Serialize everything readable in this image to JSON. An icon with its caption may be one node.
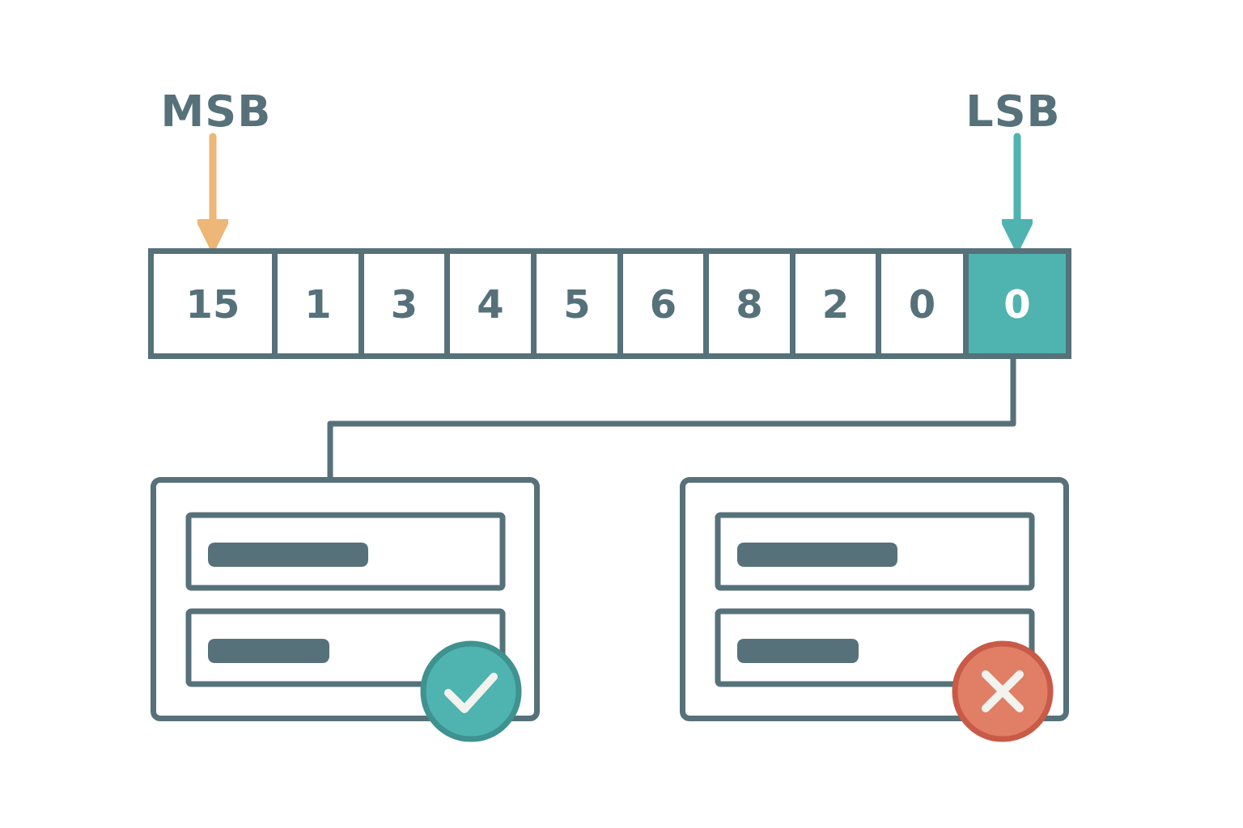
{
  "diagram": {
    "nodes": [
      {
        "text": [
          "MSB"
        ]
      },
      {
        "text": [
          "LSB"
        ]
      },
      {
        "text": [
          "15"
        ]
      },
      {
        "text": [
          "1"
        ]
      },
      {
        "text": [
          "3"
        ]
      },
      {
        "text": [
          "4"
        ]
      },
      {
        "text": [
          "5"
        ]
      },
      {
        "text": [
          "6"
        ]
      },
      {
        "text": [
          "8"
        ]
      },
      {
        "text": [
          "2"
        ]
      },
      {
        "text": [
          "0"
        ]
      },
      {
        "text": [
          "0"
        ]
      },
      {
        "text": [],
        "shape": "box"
      },
      {
        "text": [],
        "shape": "box"
      }
    ],
    "edges": [
      {
        "from": 0,
        "to": 2,
        "arrow": "to",
        "color": "#eeb677"
      },
      {
        "from": 1,
        "to": 11,
        "arrow": "to",
        "color": "#4fb3b0"
      },
      {
        "from": 11,
        "to": 12,
        "arrow": "none",
        "color": "#567179"
      }
    ]
  }
}
